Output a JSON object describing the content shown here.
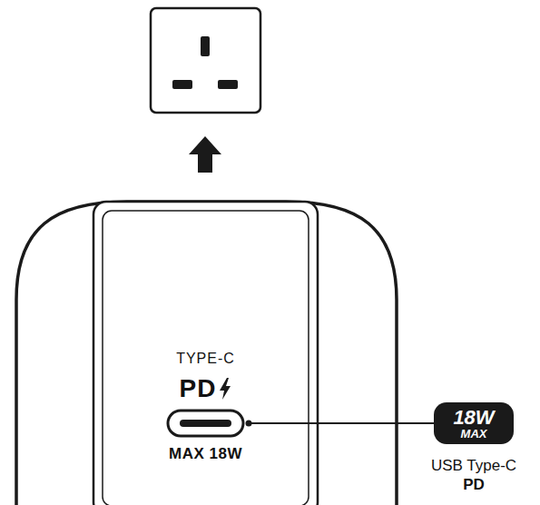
{
  "diagram": {
    "nodes": [
      {
        "text": [
          "TYPE-C",
          "PD",
          "MAX 18W"
        ]
      },
      {
        "text": [
          "18W",
          "MAX"
        ]
      }
    ],
    "edges": [
      {
        "from": 0,
        "to": 1,
        "arrow": "none"
      }
    ],
    "labels": [
      "USB Type-C",
      "PD"
    ]
  }
}
